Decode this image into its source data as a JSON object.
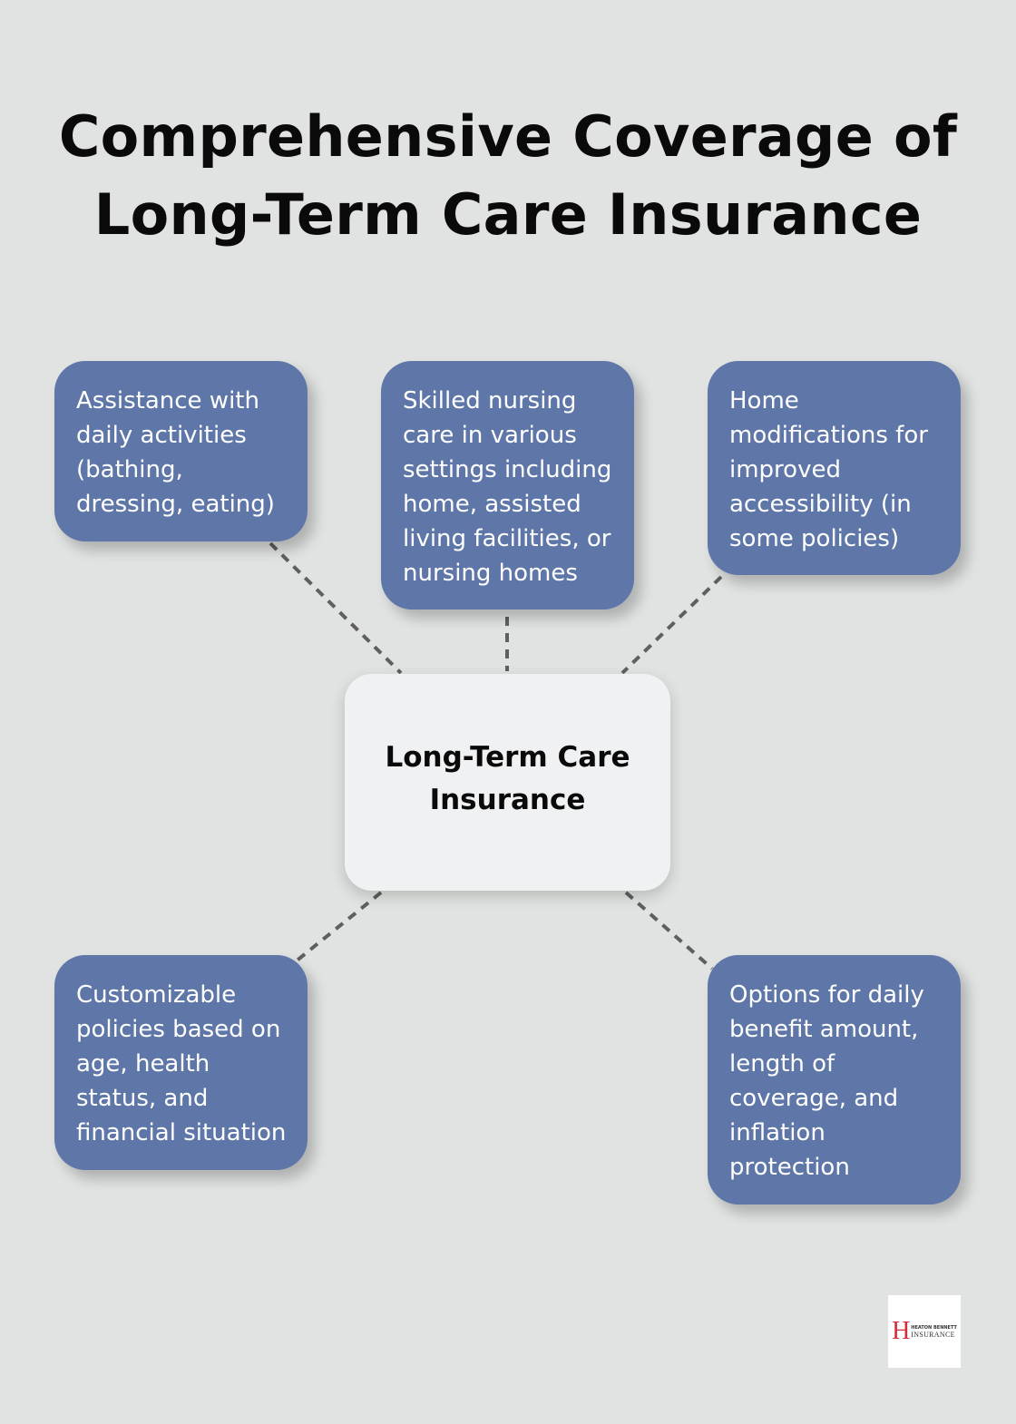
{
  "title": {
    "line1": "Comprehensive Coverage of",
    "line2": "Long-Term Care Insurance"
  },
  "center_node": {
    "line1": "Long-Term Care",
    "line2": "Insurance"
  },
  "nodes": [
    {
      "id": "top-left",
      "text": "Assistance with daily activities (bathing, dressing, eating)"
    },
    {
      "id": "top-center",
      "text": "Skilled nursing care in various settings including home, assisted living facilities, or nursing homes"
    },
    {
      "id": "top-right",
      "text": "Home modifications for improved accessibility (in some policies)"
    },
    {
      "id": "bottom-left",
      "text": "Customizable policies based on age, health status, and financial situation"
    },
    {
      "id": "bottom-right",
      "text": "Options for daily benefit amount, length of coverage, and inflation protection"
    }
  ],
  "logo": {
    "mark": "H",
    "line1": "HEATON BENNETT",
    "line2": "INSURANCE"
  },
  "colors": {
    "background": "#e1e3e2",
    "node_fill": "#5e77a8",
    "center_fill": "#eff1f2",
    "connector": "#5f5f5f",
    "logo_red": "#d42e3a"
  }
}
